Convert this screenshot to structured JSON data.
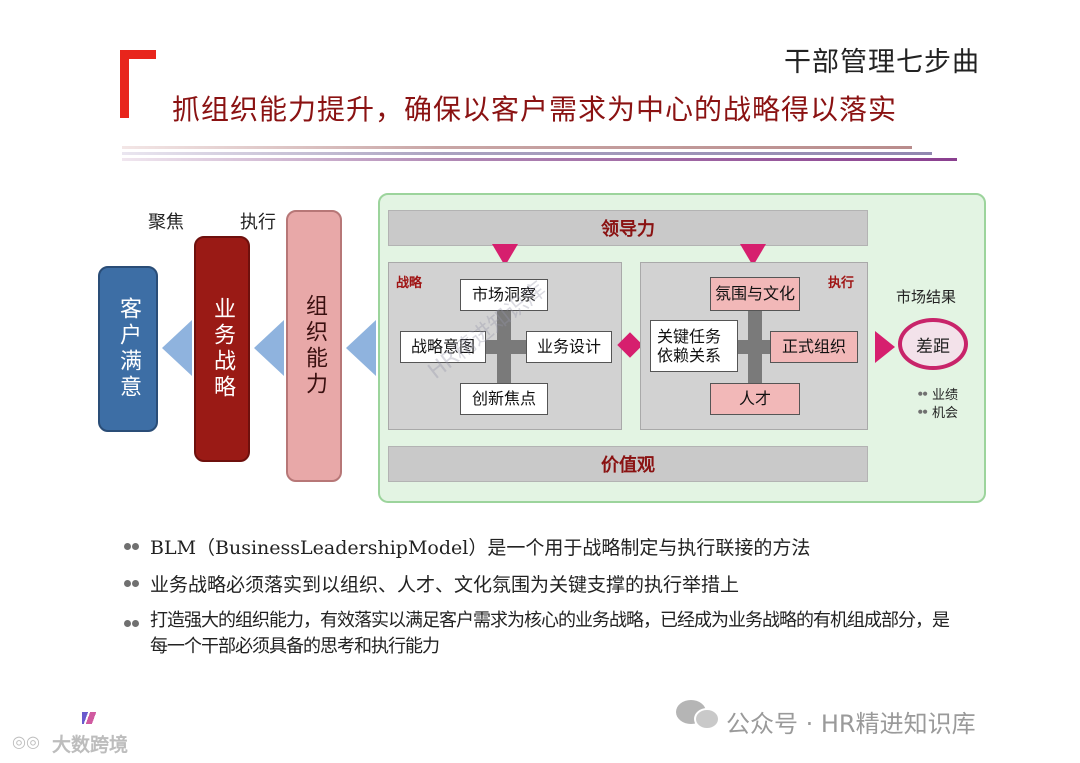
{
  "header": {
    "series_title": "干部管理七步曲",
    "headline": "抓组织能力提升，确保以客户需求为中心的战略得以落实"
  },
  "left_diagram": {
    "top_labels": [
      "聚焦",
      "执行"
    ],
    "pillars": [
      {
        "text": "客户满意",
        "color": "#3d6ea5"
      },
      {
        "text": "业务战略",
        "color": "#9a1a15"
      },
      {
        "text": "组织能力",
        "color": "#e8a8a8"
      }
    ]
  },
  "model": {
    "top_band": "领导力",
    "bottom_band": "价值观",
    "strategy": {
      "label": "战略",
      "nodes": [
        "市场洞察",
        "战略意图",
        "业务设计",
        "创新焦点"
      ]
    },
    "execution": {
      "label": "执行",
      "nodes": [
        "氛围与文化",
        "关键任务依赖关系",
        "正式组织",
        "人才"
      ]
    },
    "result": {
      "label": "市场结果",
      "gap": "差距",
      "items": [
        "业绩",
        "机会"
      ]
    }
  },
  "bullets": [
    "BLM（BusinessLeadershipModel）是一个用于战略制定与执行联接的方法",
    "业务战略必须落实到以组织、人才、文化氛围为关键支撑的执行举措上",
    "打造强大的组织能力，有效落实以满足客户需求为核心的业务战略，已经成为业务战略的有机组成部分，是每一个干部必须具备的思考和执行能力"
  ],
  "watermarks": {
    "center": "HR精进知识库",
    "bottom_right": "公众号 · HR精进知识库",
    "bottom_left": "大数跨境"
  },
  "colors": {
    "accent_red": "#e8251c",
    "headline": "#8a1212",
    "pink_marker": "#d61f6e",
    "panel_bg": "#e3f4e3"
  }
}
